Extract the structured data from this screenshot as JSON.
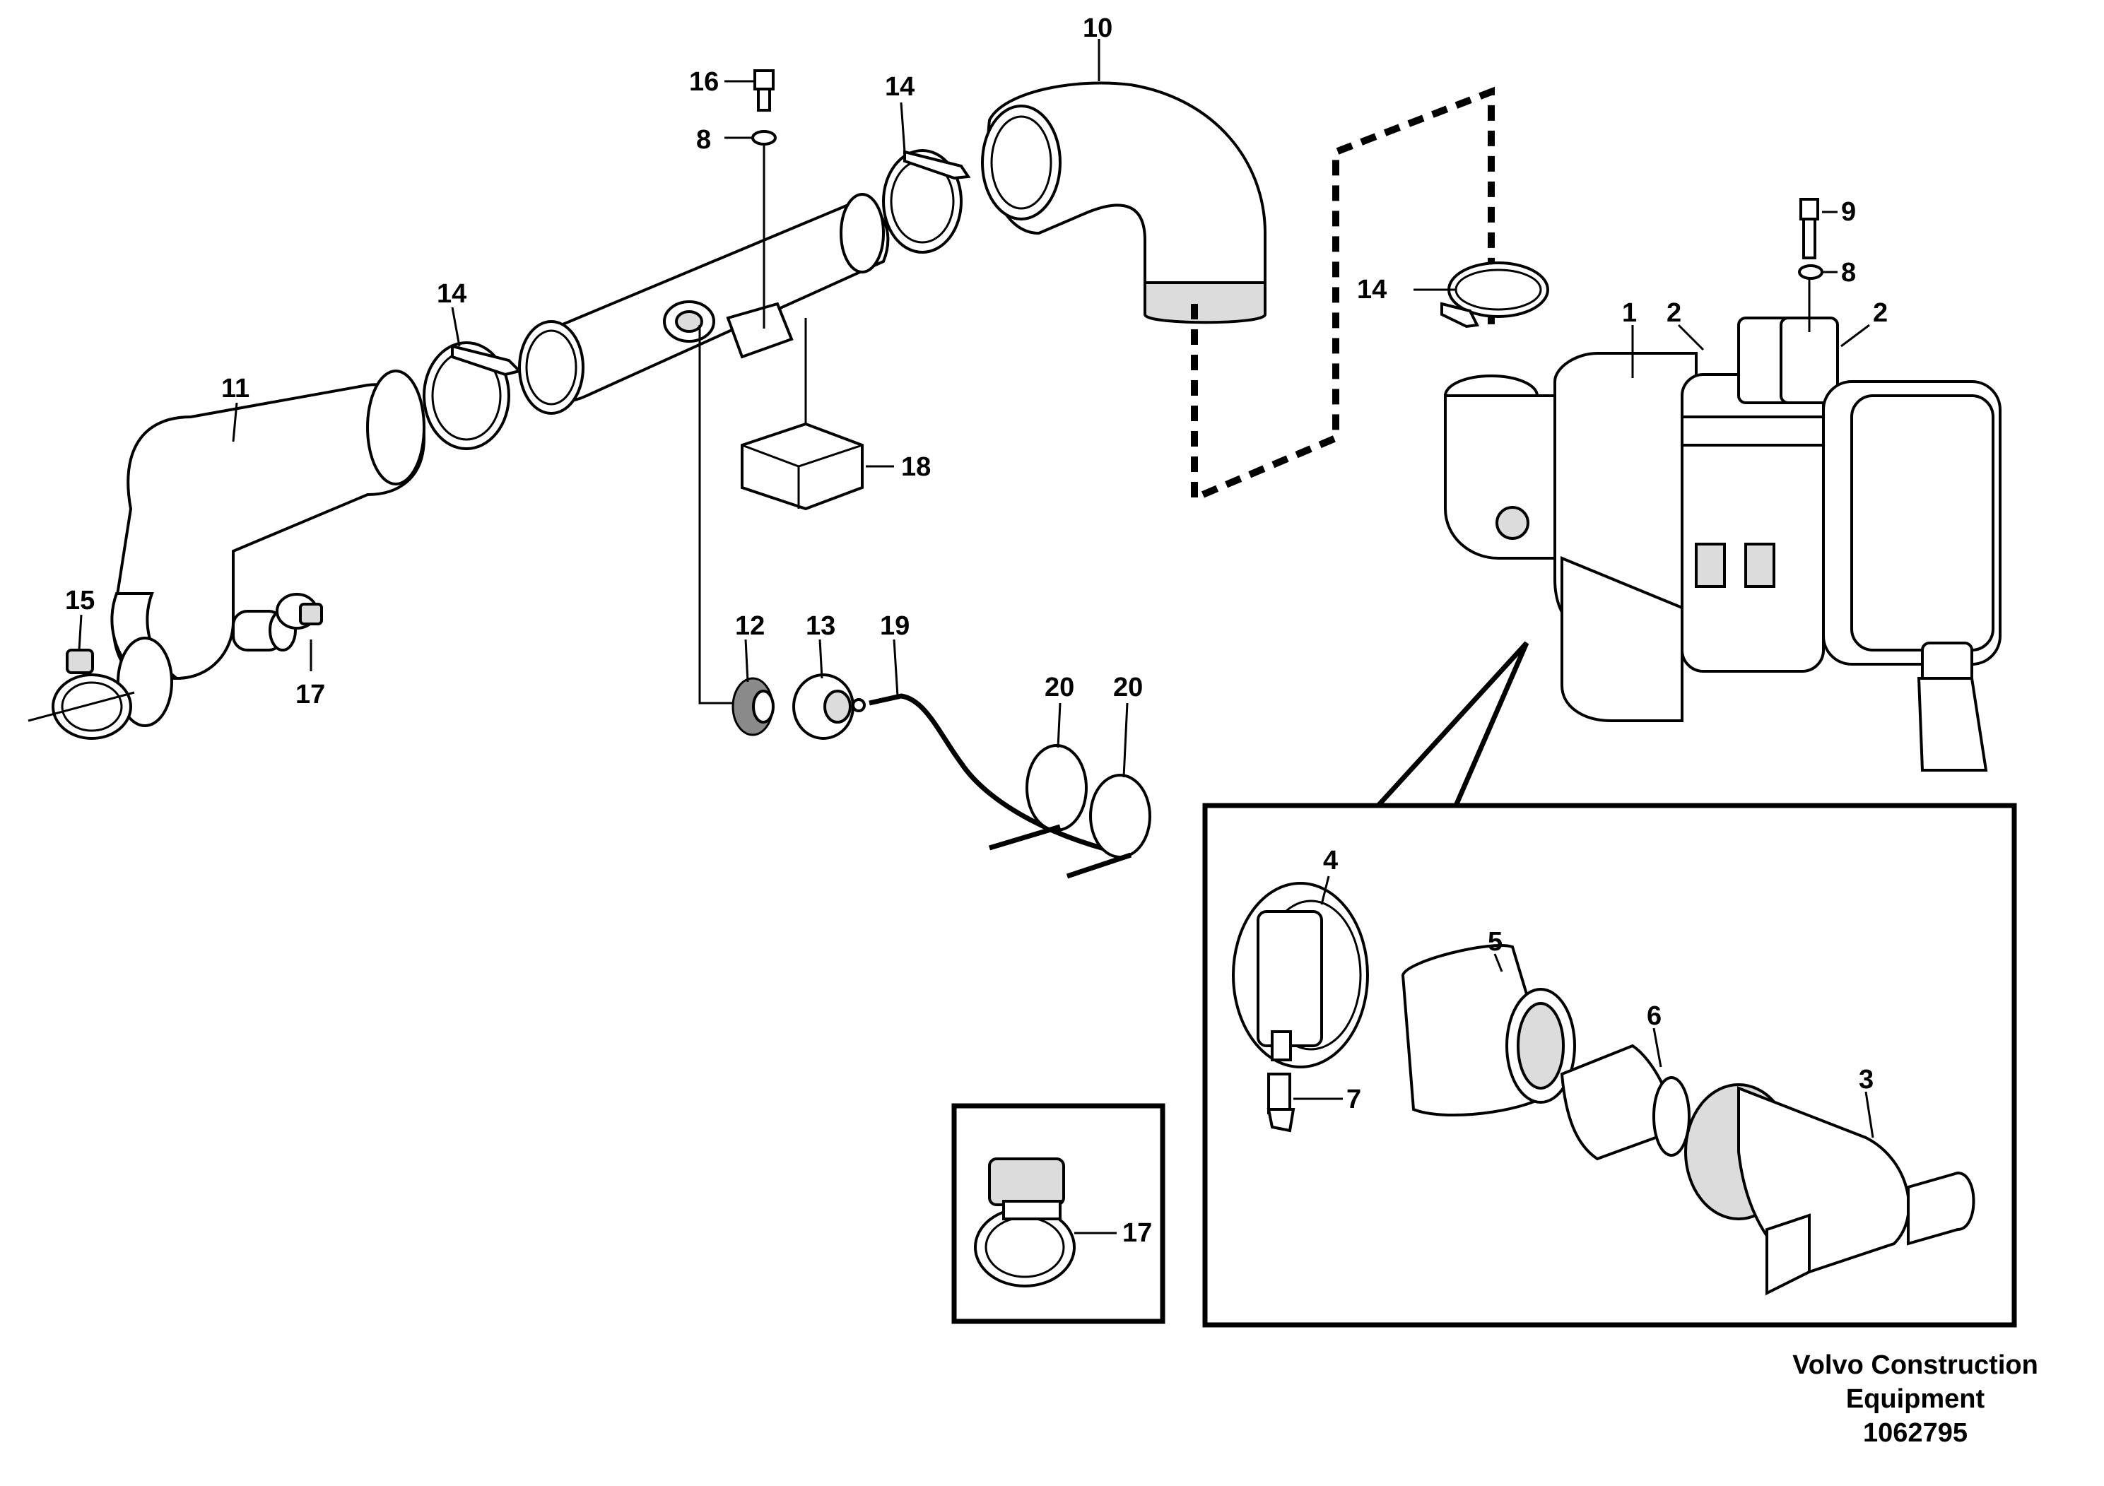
{
  "callouts": {
    "c1": "1",
    "c2a": "2",
    "c2b": "2",
    "c3": "3",
    "c4": "4",
    "c5": "5",
    "c6": "6",
    "c7": "7",
    "c8a": "8",
    "c8b": "8",
    "c9": "9",
    "c10": "10",
    "c11": "11",
    "c12": "12",
    "c13": "13",
    "c14a": "14",
    "c14b": "14",
    "c14c": "14",
    "c15": "15",
    "c16": "16",
    "c17a": "17",
    "c17b": "17",
    "c18": "18",
    "c19": "19",
    "c20a": "20",
    "c20b": "20"
  },
  "caption": {
    "line1": "Volvo Construction",
    "line2": "Equipment",
    "line3": "1062795"
  }
}
